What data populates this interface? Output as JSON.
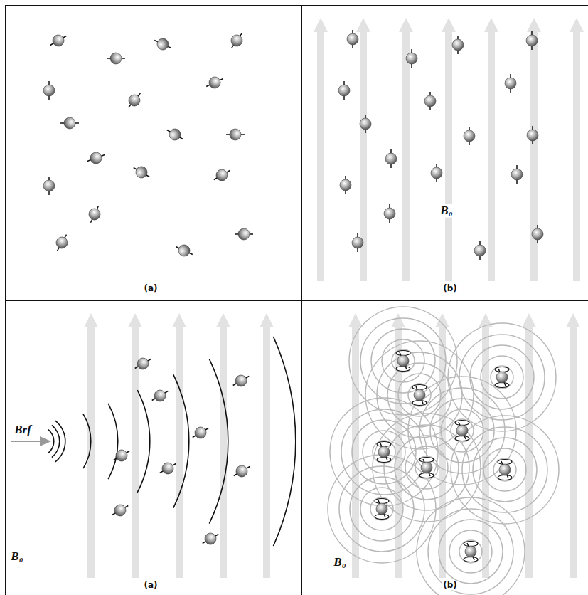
{
  "diagram": {
    "labels": [
      "(a)",
      "(b)",
      "B₀",
      "Brf",
      "B₀",
      "(a)",
      "B₀",
      "(b)"
    ]
  }
}
